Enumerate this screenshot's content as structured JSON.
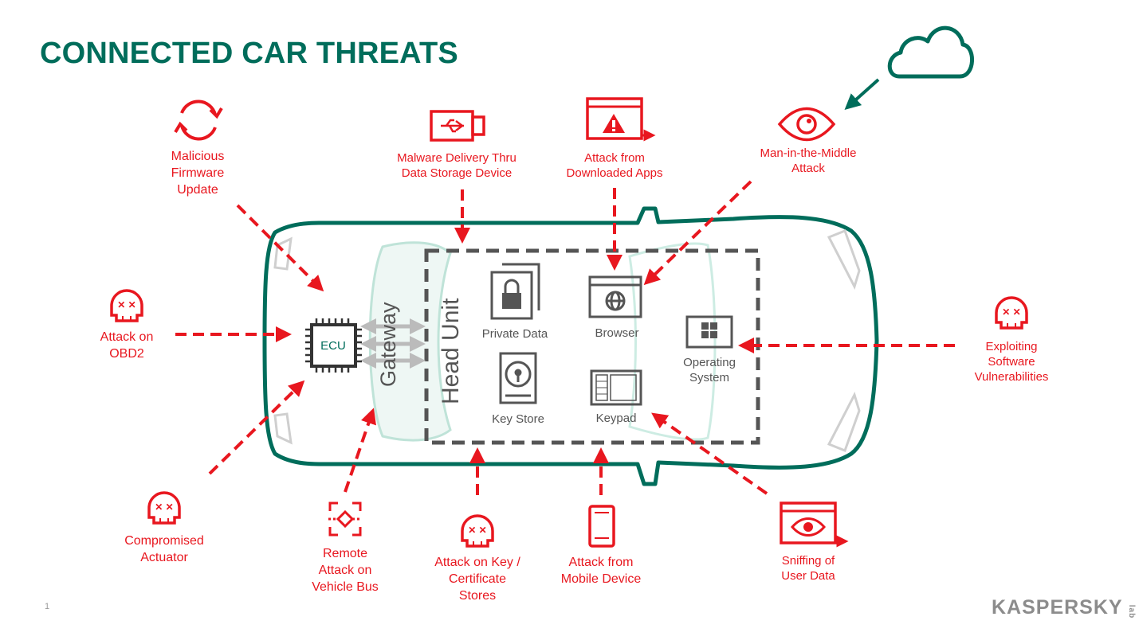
{
  "title": "CONNECTED CAR THREATS",
  "page_number": "1",
  "logo": {
    "text": "KASPERSKY",
    "sub": "lab"
  },
  "colors": {
    "brand": "#006d5b",
    "threat": "#e8171f",
    "component": "#555555"
  },
  "car": {
    "gateway_label": "Gateway",
    "head_unit_label": "Head Unit",
    "ecu_label": "ECU",
    "components": {
      "private_data": "Private Data",
      "browser": "Browser",
      "operating_system": "Operating\nSystem",
      "key_store": "Key Store",
      "keypad": "Keypad"
    }
  },
  "threats": {
    "malicious_firmware": {
      "label": "Malicious\nFirmware\nUpdate",
      "icon": "refresh-icon"
    },
    "malware_usb": {
      "label": "Malware Delivery Thru\nData Storage Device",
      "icon": "usb-drive-icon"
    },
    "downloaded_apps": {
      "label": "Attack from\nDownloaded Apps",
      "icon": "warning-window-icon"
    },
    "mitm": {
      "label": "Man-in-the-Middle\nAttack",
      "icon": "eye-icon"
    },
    "obd2": {
      "label": "Attack on\nOBD2",
      "icon": "skull-icon"
    },
    "software_vuln": {
      "label": "Exploiting\nSoftware\nVulnerabilities",
      "icon": "skull-icon"
    },
    "actuator": {
      "label": "Compromised\nActuator",
      "icon": "skull-icon"
    },
    "vehicle_bus": {
      "label": "Remote\nAttack on\nVehicle Bus",
      "icon": "target-icon"
    },
    "key_stores": {
      "label": "Attack on Key /\nCertificate\nStores",
      "icon": "skull-icon"
    },
    "mobile_device": {
      "label": "Attack from\nMobile Device",
      "icon": "smartphone-icon"
    },
    "sniffing": {
      "label": "Sniffing of\nUser Data",
      "icon": "eye-window-icon"
    }
  },
  "cloud_icon": "cloud-icon"
}
